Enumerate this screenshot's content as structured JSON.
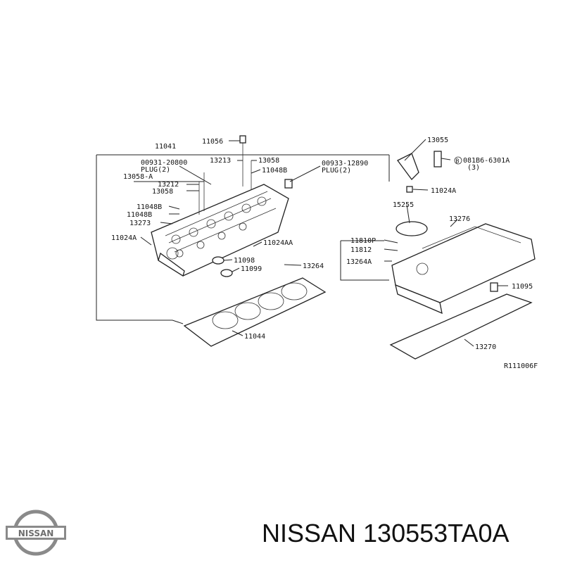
{
  "diagram": {
    "labels": [
      "11041",
      "11056",
      "00931-20800",
      "PLUG(2)",
      "13213",
      "13058",
      "11048B",
      "13058-A",
      "00933-12890",
      "PLUG(2)",
      "13212",
      "13058",
      "11048B",
      "11048B",
      "13273",
      "11024A",
      "11024AA",
      "11098",
      "11099",
      "13264",
      "11044",
      "13055",
      "081B6-6301A",
      "(3)",
      "11024A",
      "15255",
      "13276",
      "11810P",
      "11812",
      "13264A",
      "11095",
      "13270",
      "R111006F"
    ]
  },
  "footer": {
    "brand": "NISSAN",
    "title": "NISSAN 130553TA0A"
  },
  "colors": {
    "ink": "#111111",
    "logo_gray": "#8a8a8a"
  }
}
